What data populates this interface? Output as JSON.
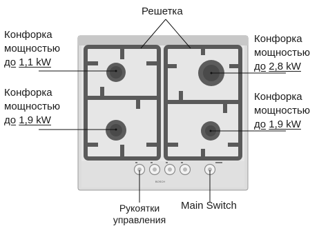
{
  "labels": {
    "grate": "Решетка",
    "burner_top_left": {
      "line1": "Конфорка",
      "line2": "мощностью",
      "prefix": "до",
      "power": "1,1 kW"
    },
    "burner_bottom_left": {
      "line1": "Конфорка",
      "line2": "мощностью",
      "prefix": "до",
      "power": "1,9 kW"
    },
    "burner_top_right": {
      "line1": "Конфорка",
      "line2": "мощностью",
      "prefix": "до",
      "power": "2,8 kW"
    },
    "burner_bottom_right": {
      "line1": "Конфорка",
      "line2": "мощностью",
      "prefix": "до",
      "power": "1,9 kW"
    },
    "controls": {
      "line1": "Рукоятки",
      "line2": "управления"
    },
    "main_switch": "Main Switch"
  },
  "brand": "BOSCH",
  "colors": {
    "cooktop": "#d4d4d4",
    "grate": "#5a5a5a",
    "burner": "#5c5c5c",
    "leader": "#111111"
  }
}
